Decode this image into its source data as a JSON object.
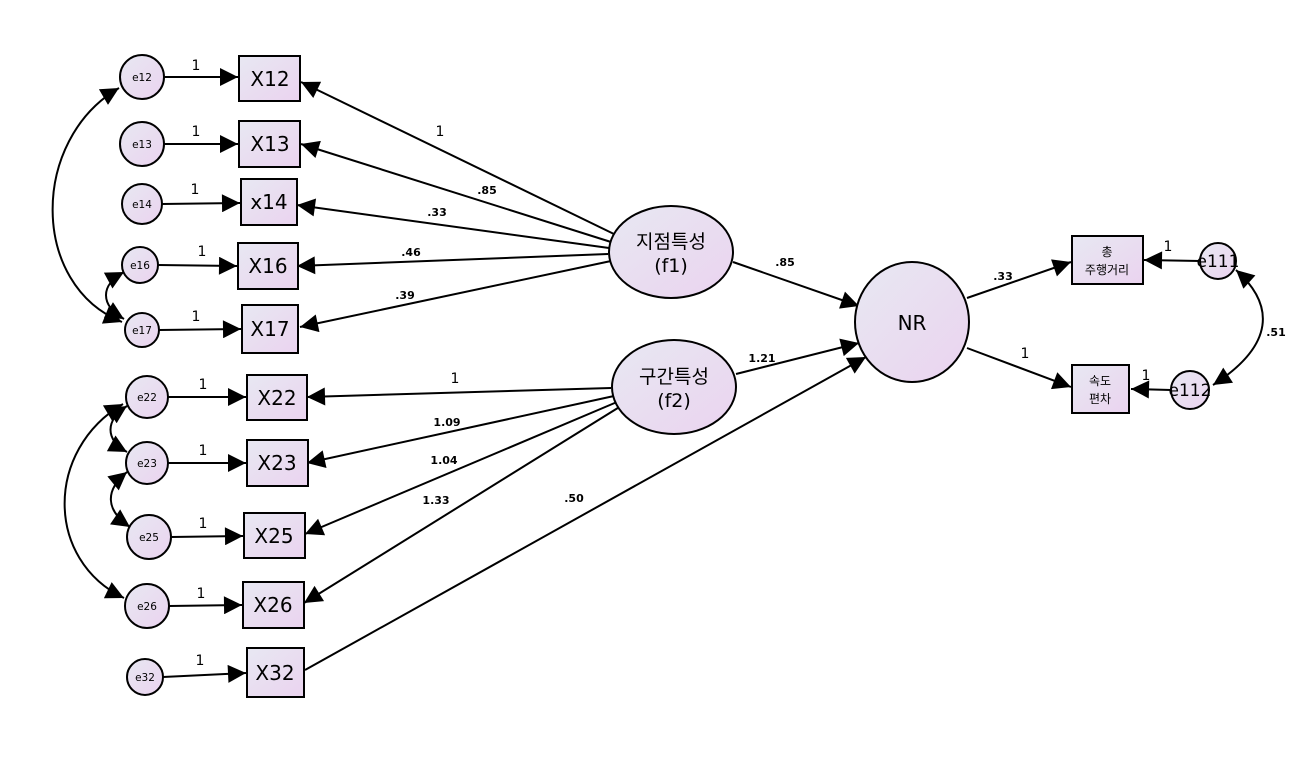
{
  "colors": {
    "fill_gradient_start": "#e8e8f2",
    "fill_gradient_end": "#ead3ef",
    "stroke": "#000000"
  },
  "observed": {
    "X12": "X12",
    "X13": "X13",
    "x14": "x14",
    "X16": "X16",
    "X17": "X17",
    "X22": "X22",
    "X23": "X23",
    "X25": "X25",
    "X26": "X26",
    "X32": "X32",
    "total_distance": [
      "총",
      "주행거리"
    ],
    "speed_dev": [
      "속도",
      "편차"
    ]
  },
  "latent": {
    "f1": [
      "지점특성",
      "(f1)"
    ],
    "f2": [
      "구간특성",
      "(f2)"
    ],
    "NR": "NR"
  },
  "errors": {
    "e12": "e12",
    "e13": "e13",
    "e14": "e14",
    "e16": "e16",
    "e17": "e17",
    "e22": "e22",
    "e23": "e23",
    "e25": "e25",
    "e26": "e26",
    "e32": "e32",
    "e111": "e111",
    "e112": "e112"
  },
  "coefficients": {
    "f1_X12": "1",
    "f1_X13": ".85",
    "f1_x14": ".33",
    "f1_X16": ".46",
    "f1_X17": ".39",
    "f2_X22": "1",
    "f2_X23": "1.09",
    "f2_X25": "1.04",
    "f2_X26": "1.33",
    "f1_NR": ".85",
    "f2_NR": "1.21",
    "X32_NR": ".50",
    "NR_total_distance": ".33",
    "NR_speed_dev": "1",
    "e111_e112_cov": ".51",
    "err_fixed": "1"
  }
}
